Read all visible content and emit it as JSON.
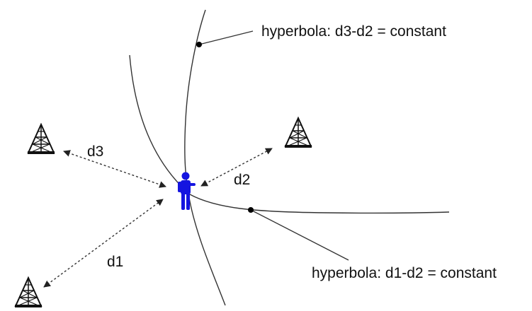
{
  "labels": {
    "d1": "d1",
    "d2": "d2",
    "d3": "d3",
    "hyperbola_top": "hyperbola: d3-d2 = constant",
    "hyperbola_bottom": "hyperbola: d1-d2 = constant"
  },
  "icons": {
    "tower": "radio-tower-icon",
    "person": "person-icon"
  },
  "colors": {
    "person": "#1515e0",
    "lines": "#222222",
    "background": "#ffffff"
  }
}
